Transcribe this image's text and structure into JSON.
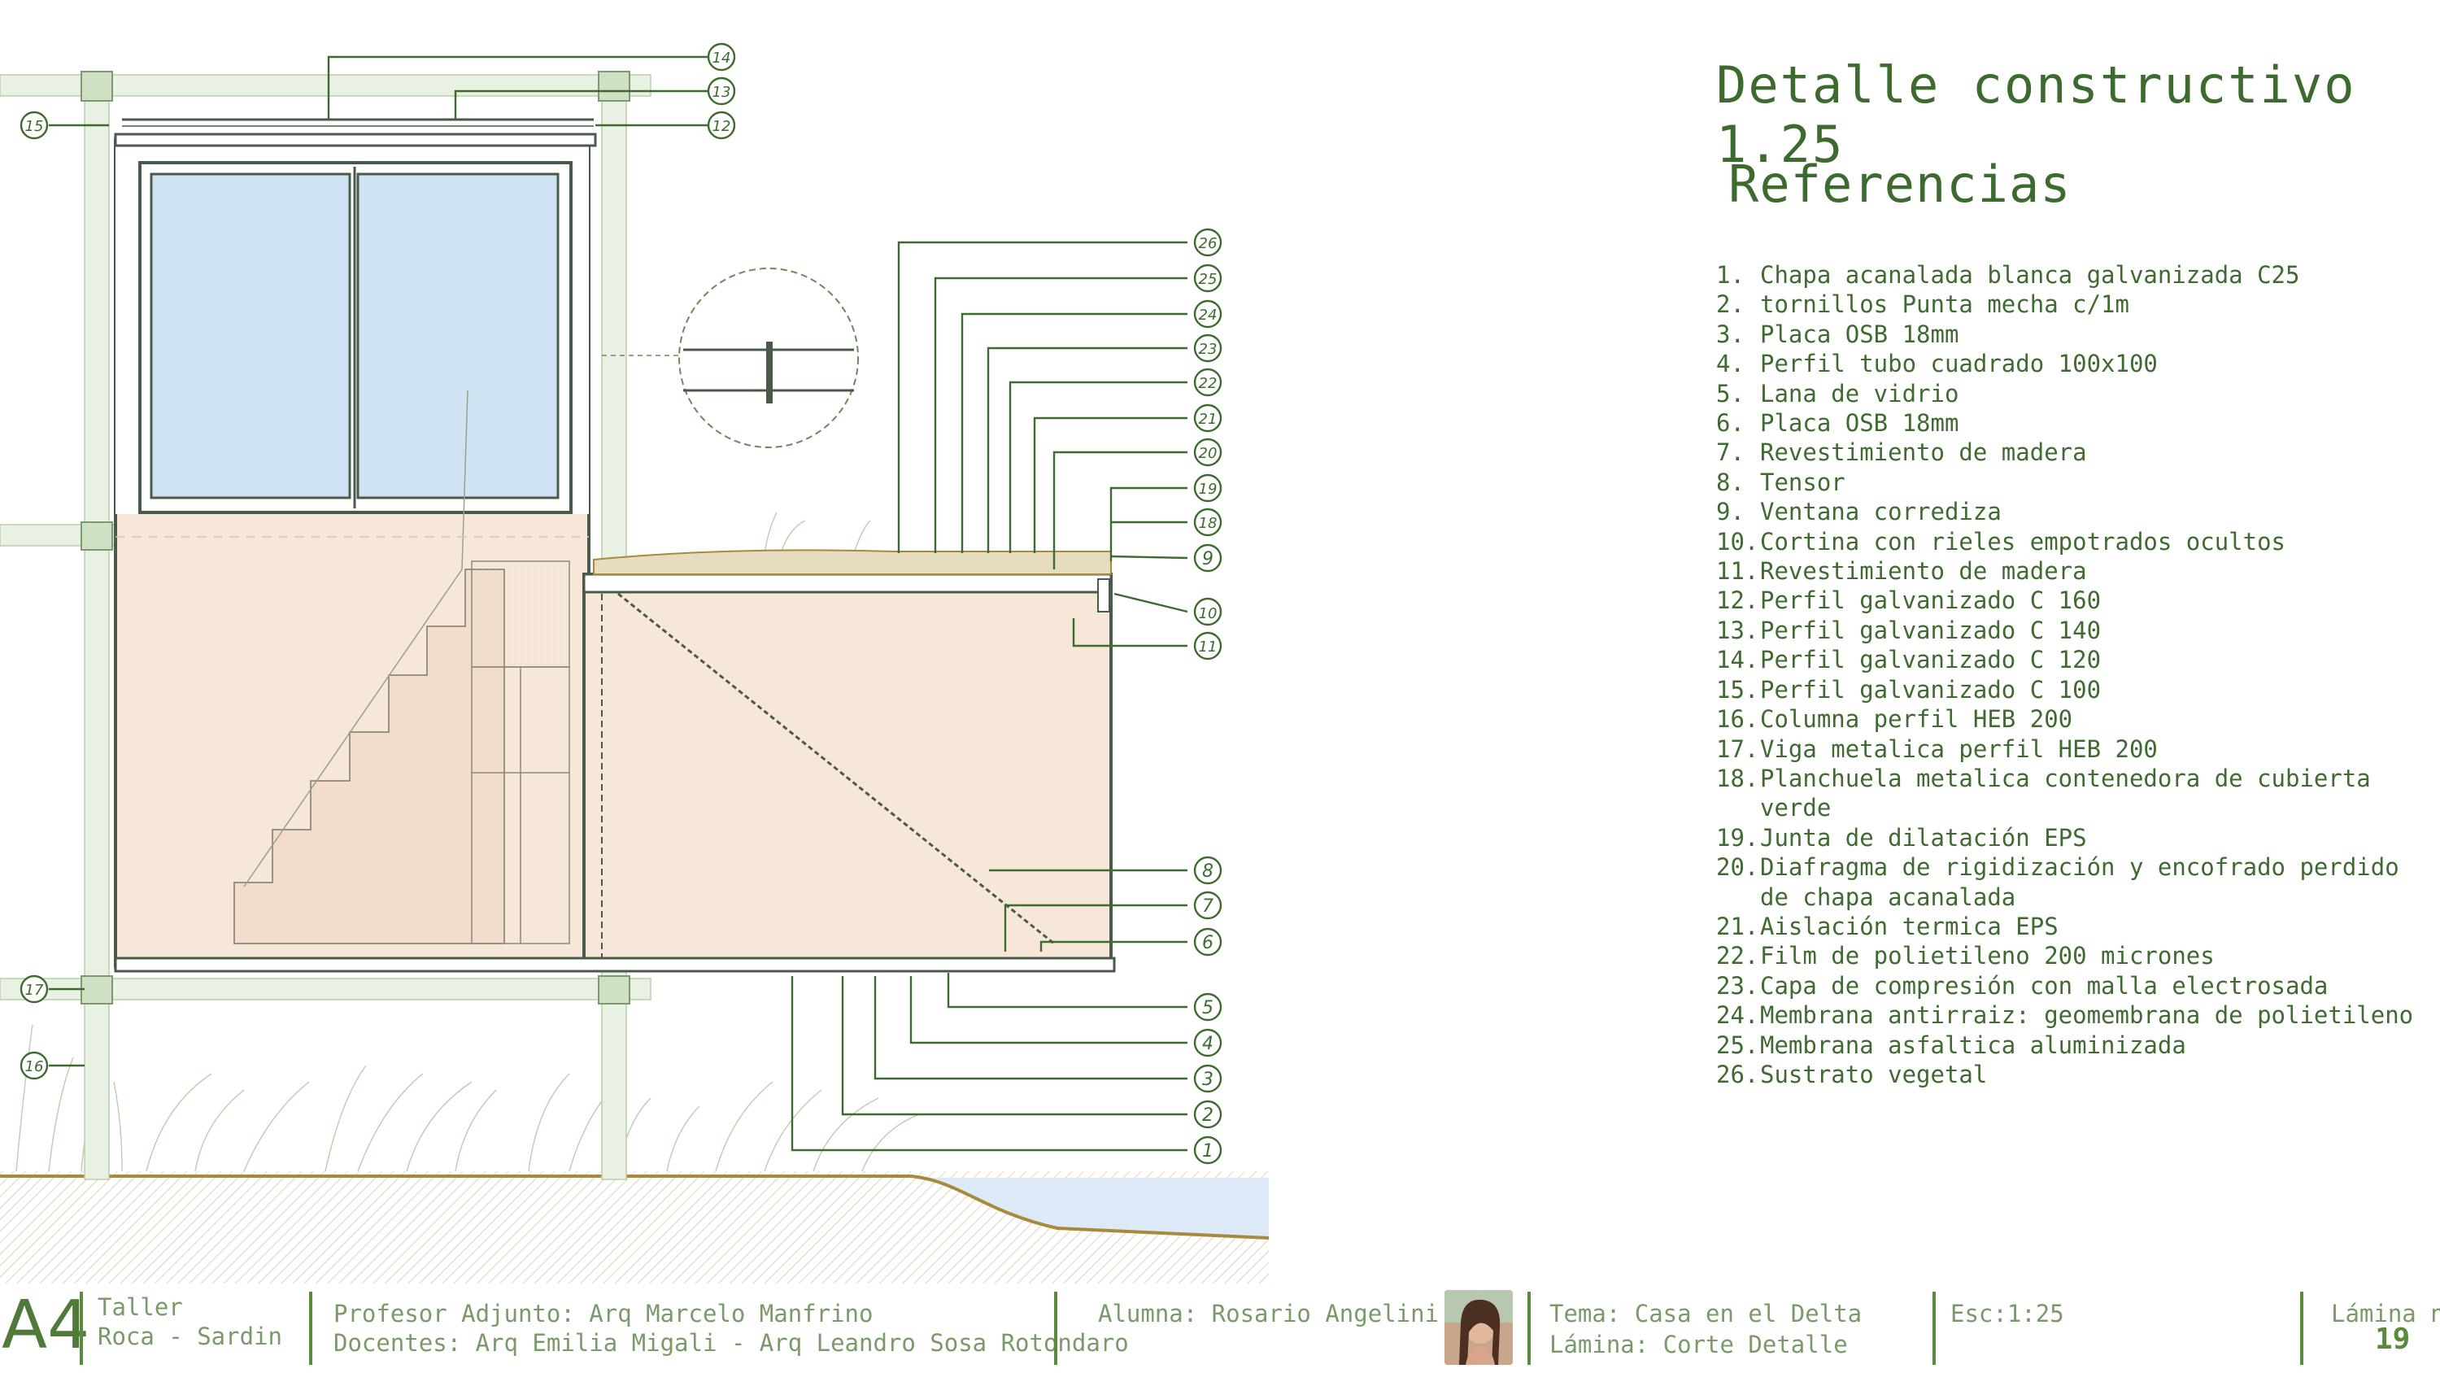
{
  "title": "Detalle constructivo 1.25",
  "subtitle": "Referencias",
  "references": [
    {
      "n": "1.",
      "t": "Chapa acanalada blanca galvanizada C25"
    },
    {
      "n": "2.",
      "t": "tornillos Punta mecha c/1m"
    },
    {
      "n": "3.",
      "t": "Placa OSB 18mm"
    },
    {
      "n": "4.",
      "t": "Perfil tubo cuadrado 100x100"
    },
    {
      "n": "5.",
      "t": "Lana de vidrio"
    },
    {
      "n": "6.",
      "t": "Placa OSB 18mm"
    },
    {
      "n": "7.",
      "t": "Revestimiento de madera"
    },
    {
      "n": "8.",
      "t": "Tensor"
    },
    {
      "n": "9.",
      "t": "Ventana corrediza"
    },
    {
      "n": "10.",
      "t": "Cortina con rieles empotrados ocultos"
    },
    {
      "n": "11.",
      "t": "Revestimiento de madera"
    },
    {
      "n": "12.",
      "t": "Perfil galvanizado C 160"
    },
    {
      "n": "13.",
      "t": "Perfil galvanizado C 140"
    },
    {
      "n": "14.",
      "t": "Perfil galvanizado C 120"
    },
    {
      "n": "15.",
      "t": "Perfil galvanizado C 100"
    },
    {
      "n": "16.",
      "t": "Columna perfil HEB 200"
    },
    {
      "n": "17.",
      "t": "Viga metalica perfil HEB 200"
    },
    {
      "n": "18.",
      "t": "Planchuela metalica contenedora de cubierta verde"
    },
    {
      "n": "19.",
      "t": "Junta de dilatación EPS"
    },
    {
      "n": "20.",
      "t": "Diafragma de rigidización y encofrado perdido de chapa acanalada"
    },
    {
      "n": "21.",
      "t": "Aislación termica EPS"
    },
    {
      "n": "22.",
      "t": "Film de polietileno 200 micrones"
    },
    {
      "n": "23.",
      "t": "Capa de compresión con malla electrosada"
    },
    {
      "n": "24.",
      "t": "Membrana antirraiz: geomembrana de polietileno"
    },
    {
      "n": "25.",
      "t": "Membrana asfaltica aluminizada"
    },
    {
      "n": "26.",
      "t": "Sustrato vegetal"
    }
  ],
  "callouts": [
    "1",
    "2",
    "3",
    "4",
    "5",
    "6",
    "7",
    "8",
    "9",
    "10",
    "11",
    "12",
    "13",
    "14",
    "15",
    "16",
    "17",
    "18",
    "19",
    "20",
    "21",
    "22",
    "23",
    "24",
    "25",
    "26"
  ],
  "footer": {
    "sheet_code": "A4",
    "taller_line1": "Taller",
    "taller_line2": "Roca - Sardin",
    "profesor": "Profesor Adjunto: Arq Marcelo Manfrino",
    "docentes": "Docentes: Arq Emilia Migali - Arq Leandro Sosa Rotondaro",
    "alumna": "Alumna: Rosario Angelini",
    "tema": "Tema: Casa en el Delta",
    "lamina_name": "Lámina: Corte Detalle",
    "escala": "Esc:1:25",
    "lamina_label": "Lámina n°",
    "lamina_number": "19"
  },
  "colors": {
    "line": "#3d6b2f",
    "interior_fill": "#f6e7d8",
    "glass": "#cfe3f3",
    "water": "#dbeaf6",
    "ground": "#a8893e",
    "structure": "#5a6a5a"
  }
}
